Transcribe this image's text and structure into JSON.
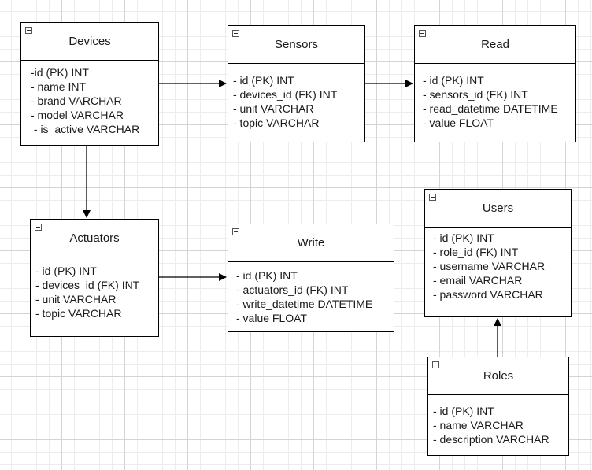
{
  "entities": {
    "devices": {
      "title": "Devices",
      "fields": [
        "-id (PK) INT",
        "- name INT",
        "- brand VARCHAR",
        "- model VARCHAR",
        " - is_active VARCHAR"
      ]
    },
    "sensors": {
      "title": "Sensors",
      "fields": [
        "- id (PK) INT",
        "- devices_id (FK) INT",
        "- unit VARCHAR",
        "- topic VARCHAR"
      ]
    },
    "read": {
      "title": "Read",
      "fields": [
        "- id (PK) INT",
        "- sensors_id (FK) INT",
        "- read_datetime DATETIME",
        "- value FLOAT"
      ]
    },
    "actuators": {
      "title": "Actuators",
      "fields": [
        "- id (PK) INT",
        "- devices_id (FK) INT",
        "- unit VARCHAR",
        "- topic VARCHAR"
      ]
    },
    "write": {
      "title": "Write",
      "fields": [
        "- id (PK) INT",
        "- actuators_id (FK) INT",
        "- write_datetime DATETIME",
        "- value FLOAT"
      ]
    },
    "users": {
      "title": "Users",
      "fields": [
        "- id (PK) INT",
        "- role_id (FK) INT",
        "- username VARCHAR",
        "- email VARCHAR",
        "- password VARCHAR"
      ]
    },
    "roles": {
      "title": "Roles",
      "fields": [
        "- id (PK) INT",
        "- name VARCHAR",
        "- description VARCHAR"
      ]
    }
  },
  "relations": [
    {
      "from": "devices",
      "to": "sensors"
    },
    {
      "from": "sensors",
      "to": "read"
    },
    {
      "from": "devices",
      "to": "actuators"
    },
    {
      "from": "actuators",
      "to": "write"
    },
    {
      "from": "roles",
      "to": "users"
    }
  ],
  "colors": {
    "line": "#000000",
    "grid": "#d4d4d4"
  }
}
